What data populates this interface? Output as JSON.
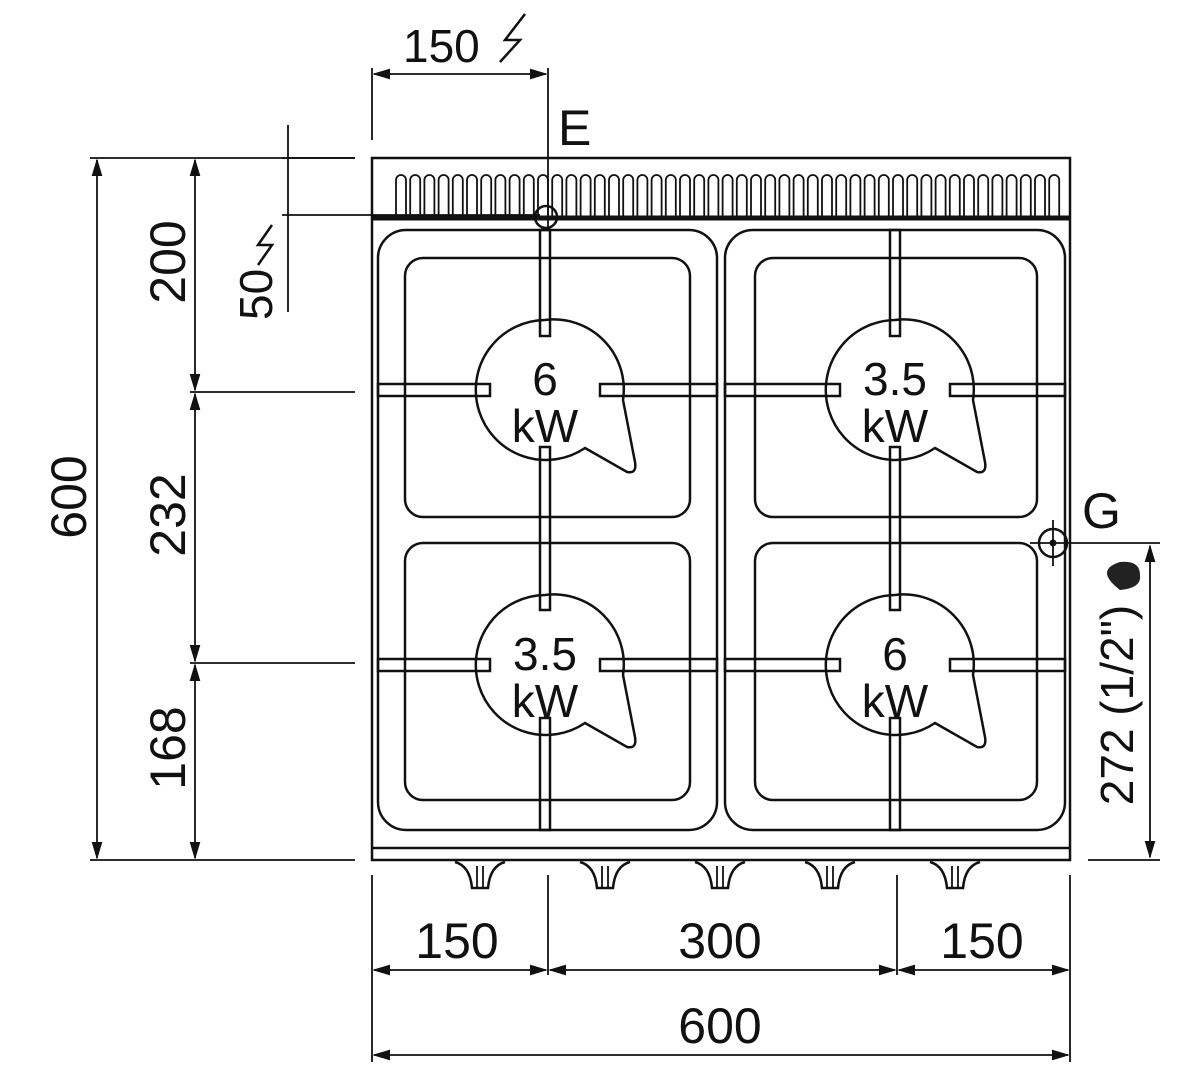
{
  "title": "4-burner gas range top view dimensions",
  "connections": {
    "electric_label": "E",
    "gas_label": "G"
  },
  "dimensions": {
    "top_electric_offset": "150",
    "electric_depth": "50",
    "left_total": "600",
    "left_segment_1": "200",
    "left_segment_2": "232",
    "left_segment_3": "168",
    "gas_height": "272 (1/2\")",
    "bottom_left": "150",
    "bottom_middle": "300",
    "bottom_right": "150",
    "bottom_total": "600"
  },
  "burners": [
    {
      "power": "6",
      "unit": "kW"
    },
    {
      "power": "3.5",
      "unit": "kW"
    },
    {
      "power": "3.5",
      "unit": "kW"
    },
    {
      "power": "6",
      "unit": "kW"
    }
  ],
  "colors": {
    "line": "#111111",
    "background": "#ffffff"
  }
}
